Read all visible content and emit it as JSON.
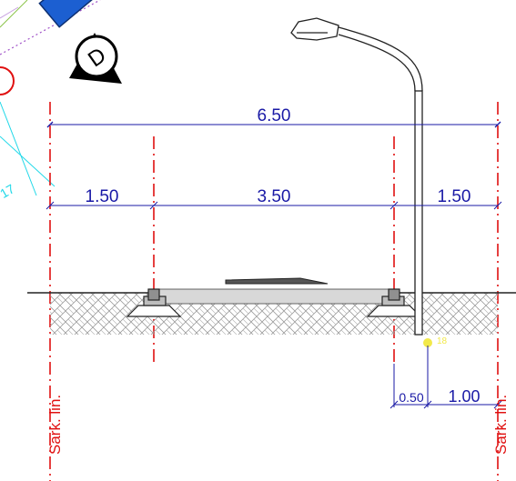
{
  "drawing": {
    "dimensions": {
      "total_width": "6.50",
      "left_sidewalk": "1.50",
      "carriageway": "3.50",
      "right_sidewalk": "1.50",
      "pole_offset": "0.50",
      "pole_to_line": "1.00"
    },
    "boundary_labels": {
      "left": "Sark. lin.",
      "right": "Sark. lin."
    },
    "callout": {
      "letter": "D"
    },
    "fragment_label": "17",
    "point_label": "18",
    "colors": {
      "dimension_line": "#1a1aa6",
      "boundary_line": "#e01010",
      "ground_hatch": "#9a9a9a",
      "cyan_line": "#20d8e8",
      "blue_bar": "#1c5fd1",
      "point_marker": "#f2e94a"
    }
  }
}
